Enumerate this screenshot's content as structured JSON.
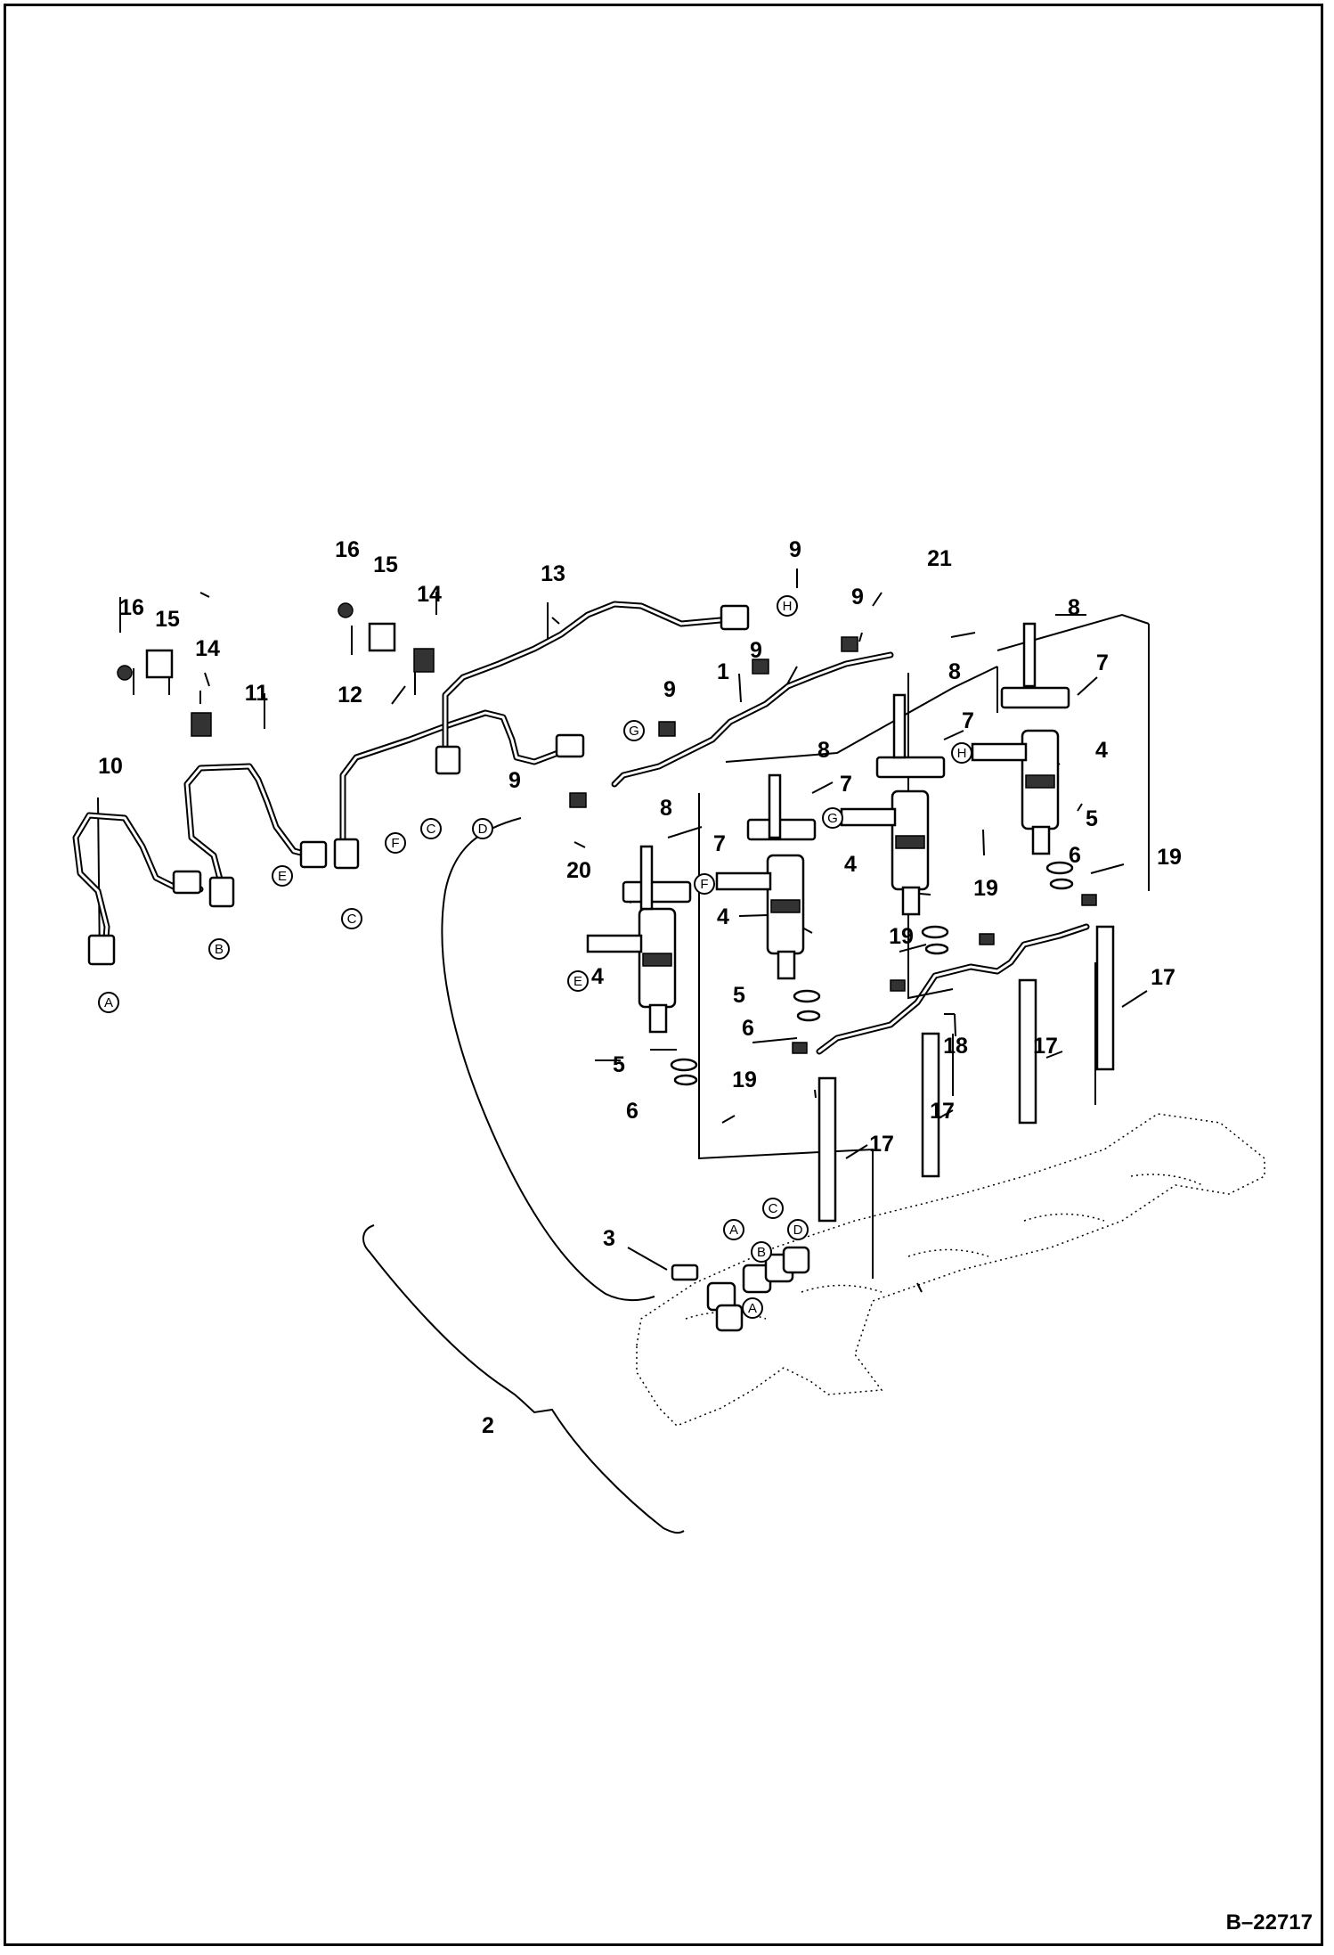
{
  "drawing_id": "B–22717",
  "callouts": [
    "1",
    "2",
    "3",
    "4",
    "4",
    "4",
    "4",
    "5",
    "5",
    "5",
    "6",
    "6",
    "6",
    "7",
    "7",
    "7",
    "7",
    "8",
    "8",
    "8",
    "8",
    "9",
    "9",
    "9",
    "9",
    "9",
    "10",
    "11",
    "12",
    "13",
    "14",
    "14",
    "15",
    "15",
    "16",
    "16",
    "17",
    "17",
    "17",
    "17",
    "18",
    "19",
    "19",
    "19",
    "19",
    "20",
    "21"
  ],
  "letter_markers": [
    "A",
    "A",
    "A",
    "B",
    "B",
    "C",
    "C",
    "C",
    "D",
    "D",
    "E",
    "E",
    "F",
    "F",
    "G",
    "G",
    "H",
    "H"
  ]
}
